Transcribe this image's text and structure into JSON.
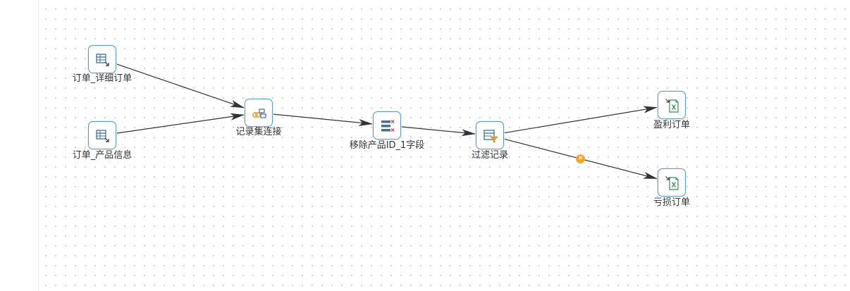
{
  "colors": {
    "node_border": "#5b9bd5",
    "edge": "#333333",
    "icon_blue": "#3d6fa8",
    "icon_orange": "#f0a030",
    "icon_red": "#d9534f",
    "icon_green": "#2e8b57",
    "error_badge": "#f5a623"
  },
  "nodes": [
    {
      "id": "n1",
      "label": "订单_详细订单",
      "icon": "table-input-icon"
    },
    {
      "id": "n2",
      "label": "订单_产品信息",
      "icon": "table-input-icon"
    },
    {
      "id": "n3",
      "label": "记录集连接",
      "icon": "join-icon"
    },
    {
      "id": "n4",
      "label": "移除产品ID_1字段",
      "icon": "remove-fields-icon"
    },
    {
      "id": "n5",
      "label": "过滤记录",
      "icon": "filter-icon"
    },
    {
      "id": "n6",
      "label": "盈利订单",
      "icon": "excel-output-icon"
    },
    {
      "id": "n7",
      "label": "亏损订单",
      "icon": "excel-output-icon"
    }
  ],
  "edges": [
    {
      "from": "n1",
      "to": "n3"
    },
    {
      "from": "n2",
      "to": "n3"
    },
    {
      "from": "n3",
      "to": "n4"
    },
    {
      "from": "n4",
      "to": "n5"
    },
    {
      "from": "n5",
      "to": "n6"
    },
    {
      "from": "n5",
      "to": "n7",
      "status": "error",
      "badge_icon": "error-x-icon"
    }
  ]
}
